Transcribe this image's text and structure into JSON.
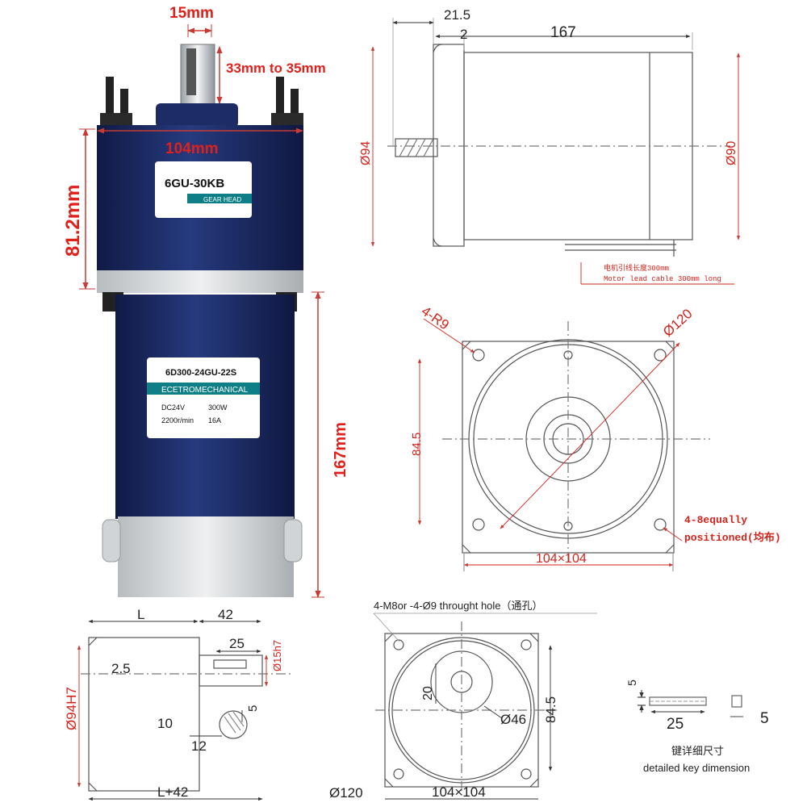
{
  "photo": {
    "shaft_width": "15mm",
    "shaft_length": "33mm to 35mm",
    "gearhead_width": "104mm",
    "gearhead_height": "81.2mm",
    "motor_length": "167mm",
    "gearhead_label": {
      "model": "6GU-30KB",
      "strip": "GEAR HEAD"
    },
    "motor_label": {
      "model": "6D300-24GU-22S",
      "strip": "ECETROMECHANICAL",
      "voltage": "DC24V",
      "power": "300W",
      "speed": "2200r/min",
      "current": "16A"
    }
  },
  "motor_side": {
    "dim_21_5": "21.5",
    "dim_2": "2",
    "dim_167": "167",
    "dia_94": "Ø94",
    "dia_90": "Ø90",
    "cable_note_cn": "电机引线长度300mm",
    "cable_note_en": "Motor lead cable 300mm long"
  },
  "motor_front": {
    "r9": "4-R9",
    "dia_120": "Ø120",
    "dim_84_5": "84.5",
    "dim_104": "104×104",
    "holes_note_1": "4-8equally",
    "holes_note_2": "positioned(均布)"
  },
  "gear_side": {
    "L": "L",
    "d42": "42",
    "d25": "25",
    "d15h7": "Ø15h7",
    "d2_5": "2.5",
    "d94h7": "Ø94H7",
    "d10": "10",
    "d5": "5",
    "d12": "12",
    "dL42": "L+42"
  },
  "gear_front": {
    "title": "4-M8or -4-Ø9 throught hole（通孔）",
    "d20": "20",
    "d46": "Ø46",
    "d84_5": "84.5",
    "d120": "Ø120",
    "d104": "104×104"
  },
  "key": {
    "d5a": "5",
    "d25": "25",
    "d5b": "5",
    "caption_cn": "键详细尺寸",
    "caption_en": "detailed key dimension"
  }
}
